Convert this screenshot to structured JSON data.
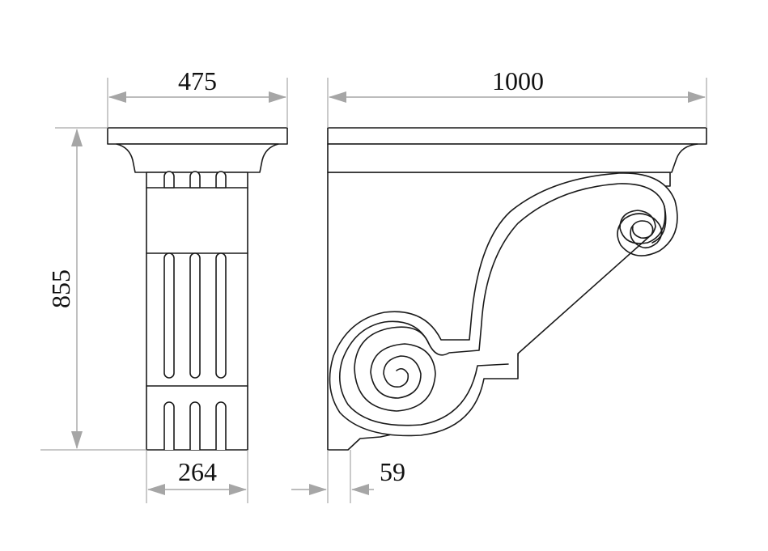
{
  "dimensions": {
    "side_top_width": "475",
    "height": "855",
    "side_bottom_width": "264",
    "front_width": "1000",
    "base_offset": "59"
  },
  "colors": {
    "dimension_lines": "#a6a6a6",
    "outline": "#1a1a1a",
    "background": "#ffffff"
  }
}
